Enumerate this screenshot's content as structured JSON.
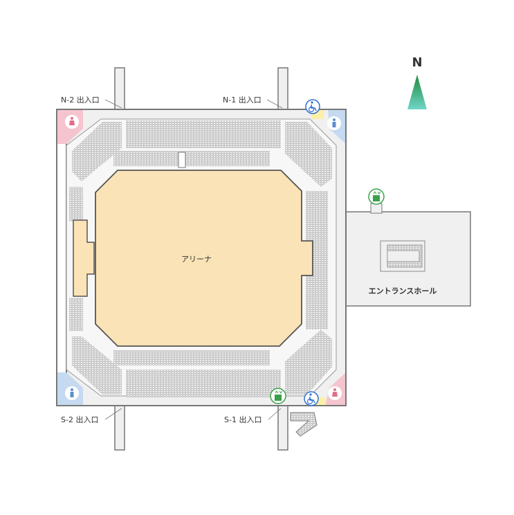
{
  "compass": {
    "label": "N",
    "color": "#2eaa7a"
  },
  "entrances": {
    "n2": "N-2 出入口",
    "n1": "N-1 出入口",
    "s2": "S-2 出入口",
    "s1": "S-1 出入口"
  },
  "areas": {
    "arena": "アリーナ",
    "entrance_hall": "エントランスホール"
  },
  "icons": {
    "restroom_women": "restroom-women-icon",
    "restroom_men": "restroom-men-icon",
    "wheelchair": "wheelchair-icon",
    "elevator": "elevator-icon"
  },
  "colors": {
    "arena": "#fae3b6",
    "arena_edge": "#555555",
    "floor": "#f0f0f0",
    "wall": "#777777",
    "women": "#f5c5cf",
    "women_icon": "#e0708a",
    "men": "#c5daf0",
    "men_icon": "#5b8fcf",
    "wheelchair": "#2f6fcf",
    "elevator": "#3aa04a",
    "accessible_area": "#fbf0a8"
  }
}
